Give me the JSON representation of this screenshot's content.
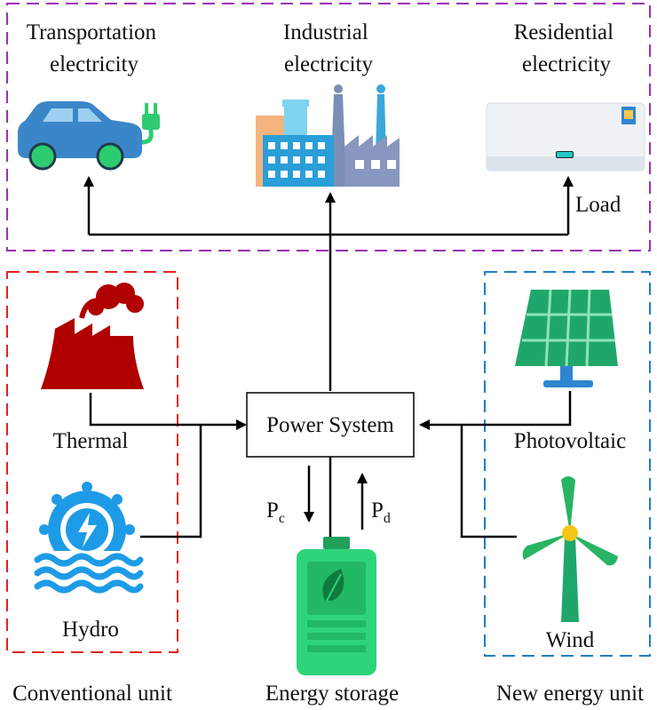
{
  "loads": {
    "transportation": [
      "Transportation",
      "electricity"
    ],
    "industrial": [
      "Industrial",
      "electricity"
    ],
    "residential": [
      "Residential",
      "electricity"
    ],
    "load_label": "Load"
  },
  "center": {
    "power_system": "Power System"
  },
  "conventional": {
    "thermal": "Thermal",
    "hydro": "Hydro"
  },
  "new_energy": {
    "photovoltaic": "Photovoltaic",
    "wind": "Wind"
  },
  "storage": {
    "charge_base": "P",
    "charge_sub": "c",
    "discharge_base": "P",
    "discharge_sub": "d"
  },
  "groups": {
    "conventional": "Conventional unit",
    "storage": "Energy storage",
    "new_energy": "New energy unit"
  },
  "colors": {
    "load_border": "#9B30B5",
    "conventional_border": "#E02424",
    "new_energy_border": "#1F7FC4",
    "car": "#3A86C8",
    "accent_green": "#2ECC71",
    "thermal": "#B00000",
    "hydro": "#1E9BE6",
    "solar_panel": "#1FA76B",
    "battery": "#2ED47A",
    "wind_blade": "#28B463",
    "hub": "#F5C518"
  }
}
